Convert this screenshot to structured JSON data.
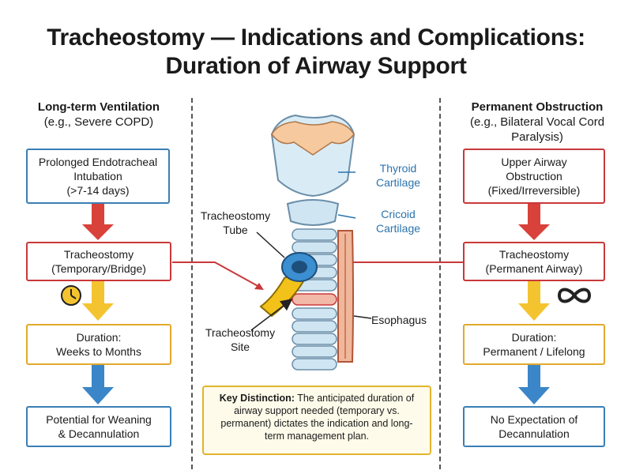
{
  "title": {
    "line1": "Tracheostomy — Indications and Complications:",
    "line2": "Duration of Airway Support"
  },
  "left": {
    "heading": "Long-term Ventilation",
    "subheading": "(e.g., Severe COPD)",
    "box1": [
      "Prolonged Endotracheal",
      "Intubation",
      "(>7-14 days)"
    ],
    "box2": [
      "Tracheostomy",
      "(Temporary/Bridge)"
    ],
    "box3": [
      "Duration:",
      "Weeks to Months"
    ],
    "box4": [
      "Potential for Weaning",
      "& Decannulation"
    ],
    "icon": "clock-icon"
  },
  "right": {
    "heading": "Permanent Obstruction",
    "subheading": [
      "(e.g., Bilateral Vocal Cord",
      "Paralysis)"
    ],
    "box1": [
      "Upper Airway",
      "Obstruction",
      "(Fixed/Irreversible)"
    ],
    "box2": [
      "Tracheostomy",
      "(Permanent Airway)"
    ],
    "box3": [
      "Duration:",
      "Permanent / Lifelong"
    ],
    "box4": [
      "No Expectation of",
      "Decannulation"
    ],
    "icon": "infinity-icon"
  },
  "center": {
    "labels": {
      "thyroid": [
        "Thyroid",
        "Cartilage"
      ],
      "cricoid": [
        "Cricoid",
        "Cartilage"
      ],
      "tube": [
        "Tracheostomy",
        "Tube"
      ],
      "site": [
        "Tracheostomy",
        "Site"
      ],
      "esophagus": "Esophagus"
    },
    "key_title": "Key Distinction:",
    "key_text": "The anticipated duration of airway support needed (temporary vs. permanent) dictates the indication and long-term management plan."
  },
  "colors": {
    "blue": "#3a7fb5",
    "red": "#c9383a",
    "yellow": "#e2a92b",
    "arrow_red": "#d9413b",
    "arrow_yellow": "#f4c430",
    "arrow_blue": "#3a86c8"
  }
}
